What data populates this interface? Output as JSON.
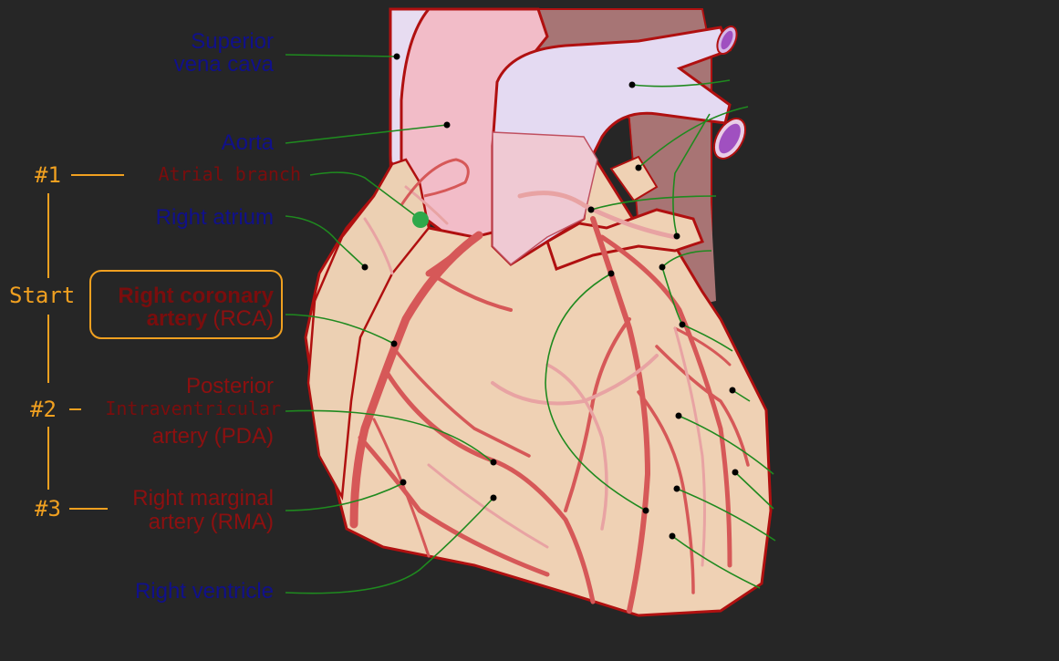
{
  "labels": {
    "superior_vena_cava_line1": "Superior",
    "superior_vena_cava_line2": "vena cava",
    "aorta": "Aorta",
    "atrial_branch": "Atrial branch",
    "right_atrium": "Right atrium",
    "rca_line1": "Right coronary",
    "rca_line2_bold": "artery",
    "rca_line2_abbrev": "(RCA)",
    "pda_line1": "Posterior",
    "pda_line2": "Intraventricular",
    "pda_line3": "artery (PDA)",
    "rma_line1": "Right marginal",
    "rma_line2": "artery (RMA)",
    "right_ventricle": "Right ventricle"
  },
  "sequence": {
    "step1": "#1",
    "start": "Start",
    "step2": "#2",
    "step3": "#3"
  },
  "colors": {
    "background": "#262626",
    "structure_label": "#10108a",
    "artery_label": "#7a0d0d",
    "sequence_accent": "#f0a020",
    "leader_line": "#1f8a1f",
    "highlight_point": "#2ea84a",
    "myocardium": "#efd1b4",
    "vessel": "#d65858"
  }
}
